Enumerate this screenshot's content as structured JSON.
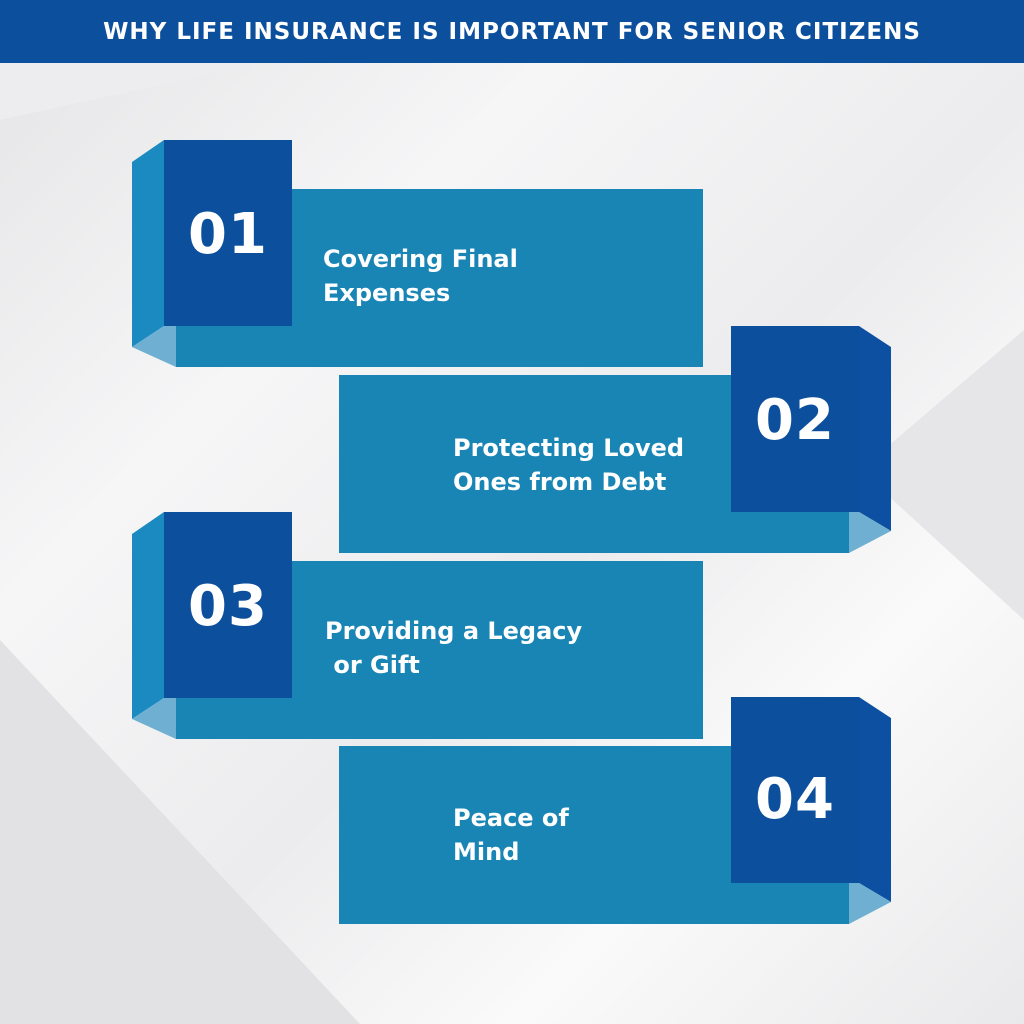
{
  "header": {
    "title": "WHY LIFE INSURANCE IS IMPORTANT FOR SENIOR CITIZENS"
  },
  "colors": {
    "header": "#0c4f9c",
    "band": "#1985b5",
    "square": "#0c4f9c",
    "side_left": "#1a8ac0",
    "side_right": "#0d4fa0",
    "facet": "#6fb0d2"
  },
  "items": [
    {
      "number": "01",
      "line1": "Covering Final",
      "line2": "Expenses"
    },
    {
      "number": "02",
      "line1": "Protecting Loved",
      "line2": "Ones from Debt"
    },
    {
      "number": "03",
      "line1": "Providing a Legacy",
      "line2": " or Gift"
    },
    {
      "number": "04",
      "line1": "Peace of",
      "line2": "Mind"
    }
  ]
}
